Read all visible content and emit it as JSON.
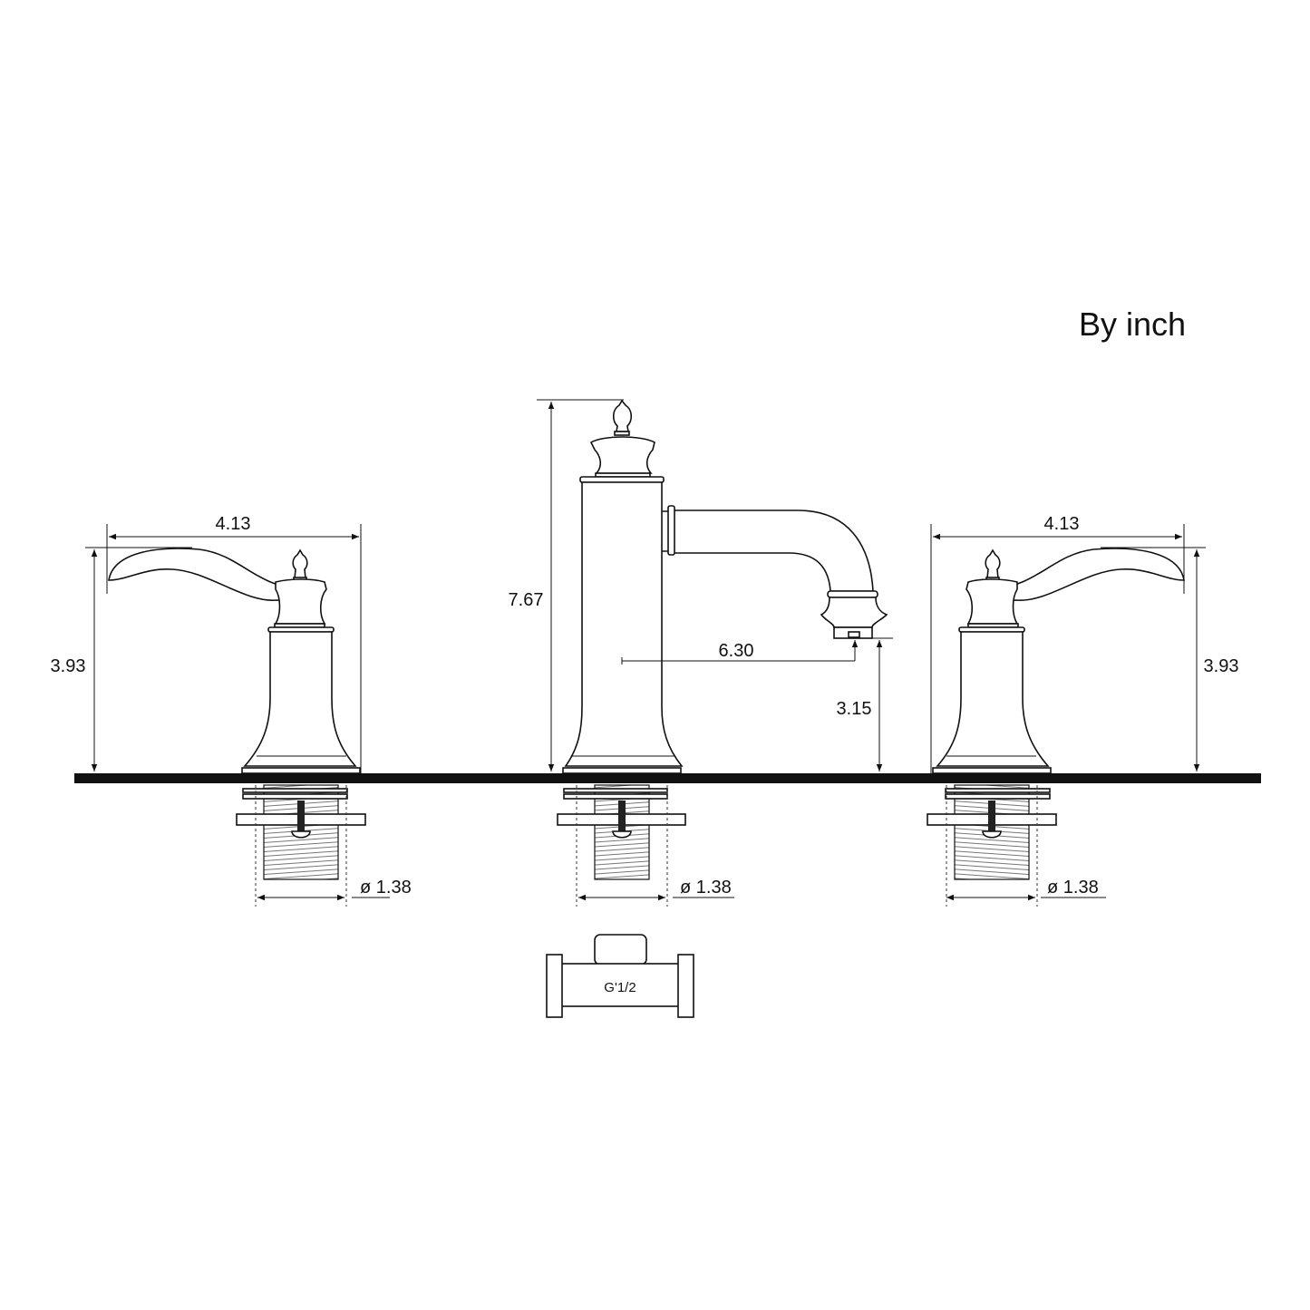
{
  "title": "By inch",
  "dimensions": {
    "left_handle_width": "4.13",
    "left_handle_height": "3.93",
    "spout_total_height": "7.67",
    "spout_reach": "6.30",
    "spout_clearance": "3.15",
    "right_handle_width": "4.13",
    "right_handle_height": "3.93",
    "left_shank_diameter": "ø 1.38",
    "center_shank_diameter": "ø 1.38",
    "right_shank_diameter": "ø 1.38"
  },
  "connector_label": "G'1/2"
}
